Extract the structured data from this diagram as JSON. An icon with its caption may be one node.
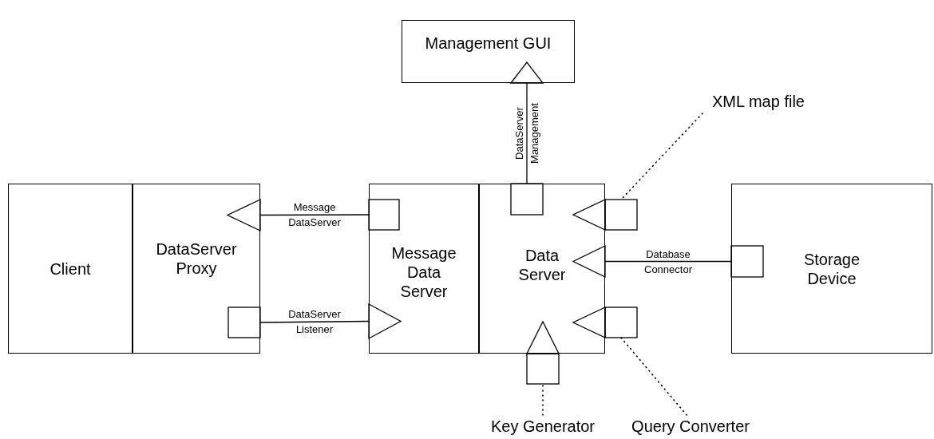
{
  "diagram": {
    "nodes": [
      {
        "text": [
          "Management GUI"
        ]
      },
      {
        "text": [],
        "shape": "triangle",
        "in": 0
      },
      {
        "text": [
          "XML map file"
        ]
      },
      {
        "text": [
          "Client"
        ]
      },
      {
        "text": [
          "DataServer Proxy"
        ]
      },
      {
        "text": [],
        "shape": "triangle",
        "in": 4
      },
      {
        "text": [],
        "shape": "box",
        "in": 4
      },
      {
        "text": [
          "Message Data Server"
        ]
      },
      {
        "text": [],
        "shape": "box",
        "in": 7
      },
      {
        "text": [],
        "shape": "triangle",
        "in": 7
      },
      {
        "text": [
          "Data Server"
        ]
      },
      {
        "text": [],
        "shape": "box",
        "in": 10
      },
      {
        "text": [],
        "shape": "triangle",
        "in": 10
      },
      {
        "text": [],
        "shape": "box"
      },
      {
        "text": [],
        "shape": "triangle",
        "in": 10
      },
      {
        "text": [],
        "shape": "triangle",
        "in": 10
      },
      {
        "text": [],
        "shape": "box"
      },
      {
        "text": [],
        "shape": "triangle",
        "in": 10
      },
      {
        "text": [],
        "shape": "box"
      },
      {
        "text": [
          "Storage Device"
        ]
      },
      {
        "text": [],
        "shape": "box",
        "in": 19
      },
      {
        "text": [
          "Key Generator"
        ]
      },
      {
        "text": [
          "Query Converter"
        ]
      }
    ],
    "edges": [
      {
        "from": 5,
        "to": 8,
        "arrow": "none",
        "label": "Message DataServer"
      },
      {
        "from": 6,
        "to": 9,
        "arrow": "none",
        "label": "DataServer Listener"
      },
      {
        "from": 11,
        "to": 1,
        "arrow": "none",
        "label": "DataServer Management"
      },
      {
        "from": 14,
        "to": 20,
        "arrow": "none",
        "label": "Database Connector"
      },
      {
        "from": 2,
        "to": 13,
        "arrow": "none",
        "style": "dashed"
      },
      {
        "from": 21,
        "to": 18,
        "arrow": "none",
        "style": "dashed"
      },
      {
        "from": 22,
        "to": 16,
        "arrow": "none",
        "style": "dashed"
      }
    ]
  }
}
